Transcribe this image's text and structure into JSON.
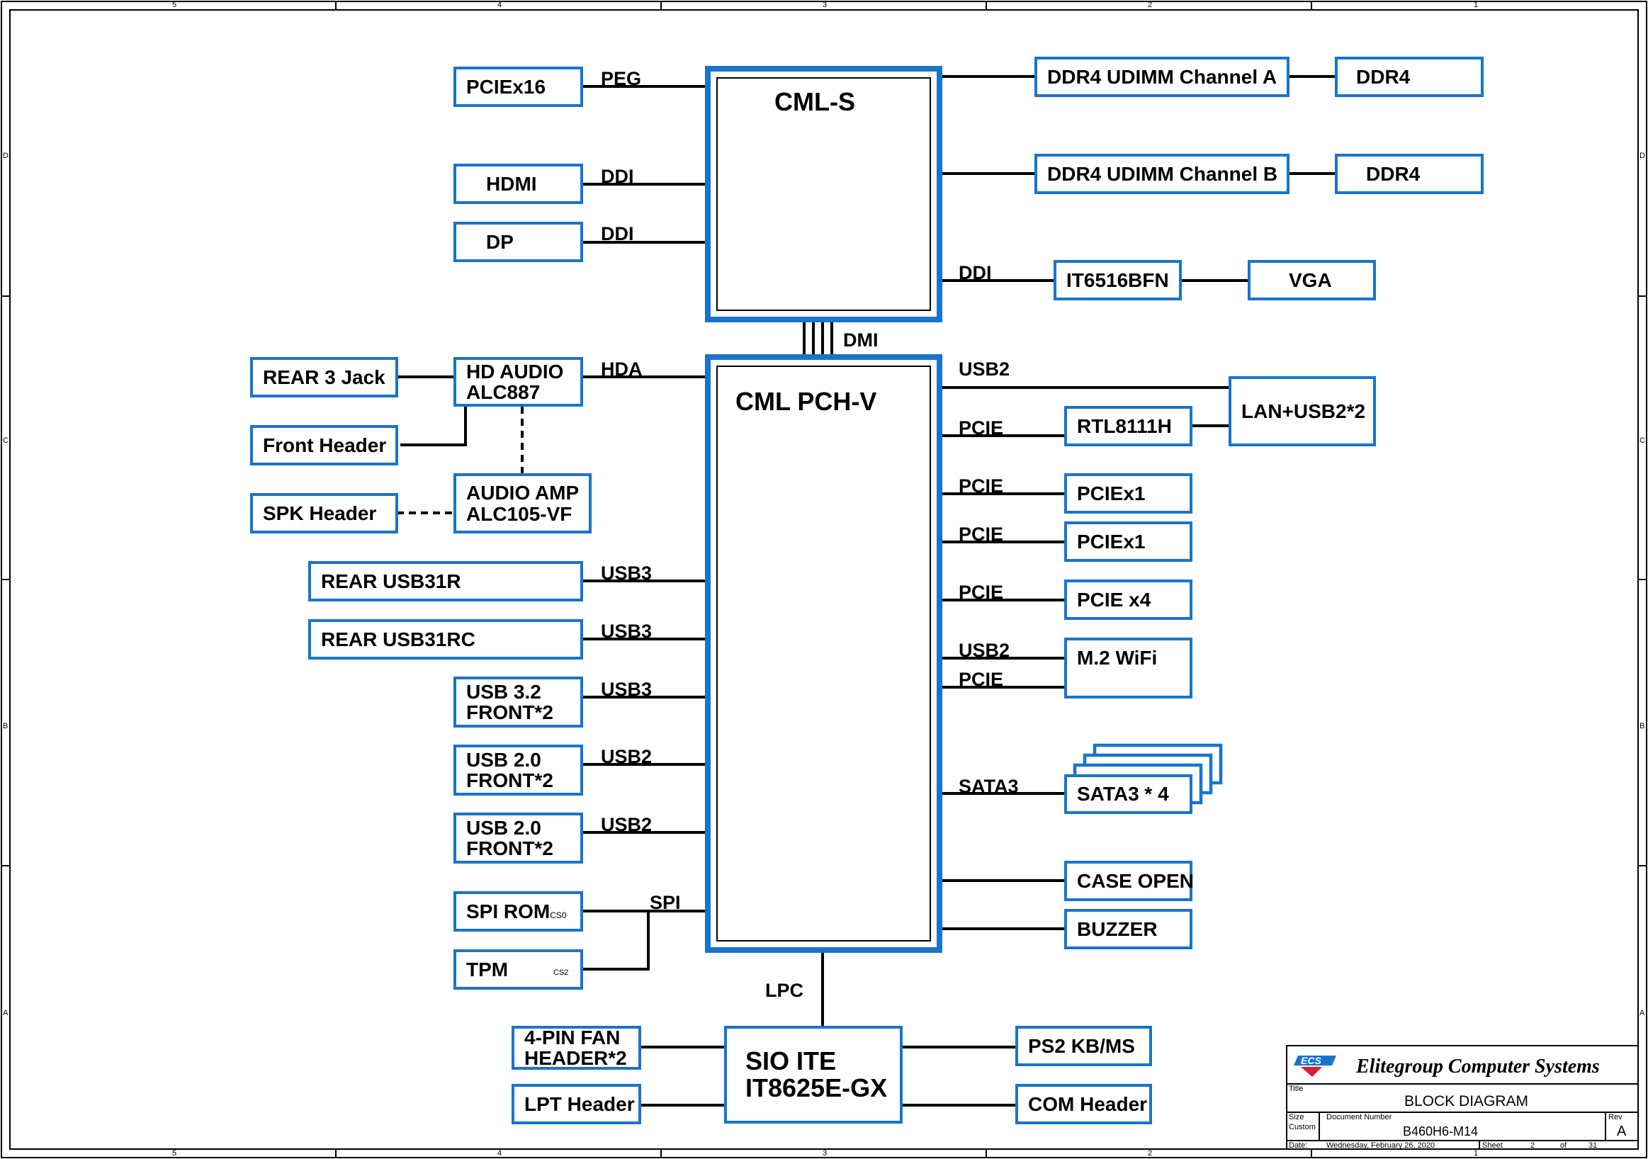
{
  "grid": {
    "top_numbers": [
      "5",
      "4",
      "3",
      "2",
      "1"
    ],
    "bottom_numbers": [
      "5",
      "4",
      "3",
      "2",
      "1"
    ],
    "side_letters": [
      "D",
      "C",
      "B",
      "A"
    ]
  },
  "chips": {
    "cpu": "CML-S",
    "pch": "CML PCH-V",
    "sio_line1": "SIO ITE",
    "sio_line2": "IT8625E-GX"
  },
  "left_blocks": {
    "pciex16": "PCIEx16",
    "hdmi": "HDMI",
    "dp": "DP",
    "rear_jack": "REAR 3 Jack",
    "front_header": "Front Header",
    "spk_header": "SPK Header",
    "hd_audio_line1": "HD AUDIO",
    "hd_audio_line2": "ALC887",
    "amp_line1": "AUDIO AMP",
    "amp_line2": "ALC105-VF",
    "rear_usb31r": "REAR USB31R",
    "rear_usb31rc": "REAR USB31RC",
    "usb32_line1": "USB 3.2",
    "usb32_line2": "FRONT*2",
    "usb20a_line1": "USB 2.0",
    "usb20a_line2": "FRONT*2",
    "usb20b_line1": "USB 2.0",
    "usb20b_line2": "FRONT*2",
    "spi_rom": "SPI ROM",
    "spi_rom_cs": "CS0",
    "tpm": "TPM",
    "tpm_cs": "CS2",
    "fan_line1": "4-PIN FAN",
    "fan_line2": "HEADER*2",
    "lpt": "LPT Header"
  },
  "right_blocks": {
    "ddr_ch_a": "DDR4 UDIMM Channel A",
    "ddr_ch_b": "DDR4 UDIMM Channel B",
    "ddr4_a": "DDR4",
    "ddr4_b": "DDR4",
    "it6516": "IT6516BFN",
    "vga": "VGA",
    "lan": "LAN+USB2*2",
    "rtl": "RTL8111H",
    "pciex1_a": "PCIEx1",
    "pciex1_b": "PCIEx1",
    "pcie_x4": "PCIE x4",
    "m2wifi": "M.2 WiFi",
    "sata": "SATA3 * 4",
    "case_open": "CASE OPEN",
    "buzzer": "BUZZER",
    "ps2": "PS2 KB/MS",
    "com": "COM Header"
  },
  "bus_labels": {
    "peg": "PEG",
    "ddi_hdmi": "DDI",
    "ddi_dp": "DDI",
    "ddi_vga": "DDI",
    "dmi": "DMI",
    "hda": "HDA",
    "usb3_a": "USB3",
    "usb3_b": "USB3",
    "usb3_c": "USB3",
    "usb2_a": "USB2",
    "usb2_b": "USB2",
    "spi": "SPI",
    "lpc": "LPC",
    "usb2_lan": "USB2",
    "pcie_rtl": "PCIE",
    "pcie_x1a": "PCIE",
    "pcie_x1b": "PCIE",
    "pcie_x4": "PCIE",
    "usb2_wifi": "USB2",
    "pcie_wifi": "PCIE",
    "sata3": "SATA3"
  },
  "title_block": {
    "company": "Elitegroup Computer Systems",
    "logo": "ECS",
    "title_label": "Title",
    "title": "BLOCK DIAGRAM",
    "size_label": "Size",
    "size_value": "Custom",
    "docnum_label": "Document Number",
    "docnum": "B460H6-M14",
    "rev_label": "Rev",
    "rev": "A",
    "date_label": "Date:",
    "date": "Wednesday, February 26, 2020",
    "sheet_label": "Sheet",
    "sheet": "2",
    "of_label": "of",
    "total": "31"
  },
  "colors": {
    "box_border": "#1874cd",
    "line": "#000000"
  }
}
